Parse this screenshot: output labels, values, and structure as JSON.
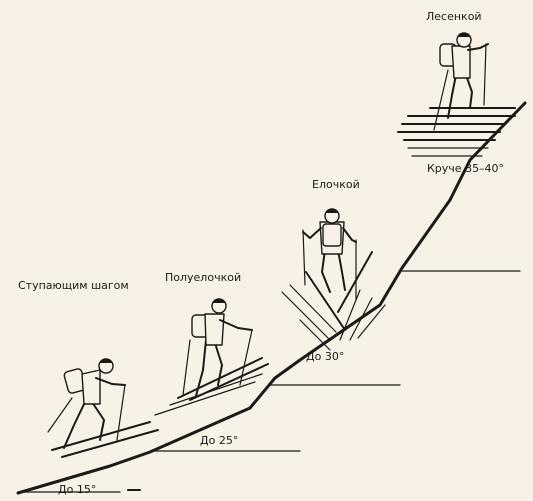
{
  "labels": {
    "ladder_title": "Лесенкой",
    "ladder_angle": "Круче 35–40°",
    "herringbone_title": "Елочкой",
    "herringbone_angle": "До 30°",
    "half_herringbone_title": "Полуелочкой",
    "half_herringbone_angle": "До 25°",
    "step_title": "Ступающим шагом",
    "step_angle": "До 15°"
  },
  "colors": {
    "ink": "#1c1a17",
    "paper": "#f7f1e7"
  }
}
